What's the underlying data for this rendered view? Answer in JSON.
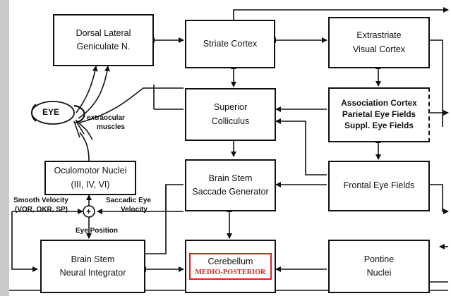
{
  "boxes": {
    "dlgn": {
      "line1": "Dorsal Lateral",
      "line2": "Geniculate N."
    },
    "striate": {
      "line1": "Striate Cortex"
    },
    "extrastriate": {
      "line1": "Extrastriate",
      "line2": "Visual Cortex"
    },
    "superior_colliculus": {
      "line1": "Superior",
      "line2": "Colliculus"
    },
    "association": {
      "line1": "Association Cortex",
      "line2": "Parietal Eye Fields",
      "line3": "Suppl. Eye Fields"
    },
    "oculomotor": {
      "line1": "Oculomotor Nuclei",
      "line2": "(III, IV, VI)"
    },
    "saccade_generator": {
      "line1": "Brain Stem",
      "line2": "Saccade Generator"
    },
    "frontal_eye_fields": {
      "line1": "Frontal Eye Fields"
    },
    "neural_integrator": {
      "line1": "Brain Stem",
      "line2": "Neural Integrator"
    },
    "cerebellum": {
      "line1": "Cerebellum",
      "line2": "MEDIO-POSTERIOR"
    },
    "pontine": {
      "line1": "Pontine",
      "line2": "Nuclei"
    }
  },
  "labels": {
    "eye": "EYE",
    "extraocular_1": "extraocular",
    "extraocular_2": "muscles",
    "smooth_velocity_1": "Smooth Velocity",
    "smooth_velocity_2": "(VOR, OKR, SP)",
    "saccadic_1": "Saccadic Eye",
    "saccadic_2": "Velocity",
    "summing_symbol": "+",
    "eye_position": "Eye Position"
  },
  "colors": {
    "highlight": "#e02020",
    "line": "#111111",
    "margin": "#c9c9c9"
  }
}
